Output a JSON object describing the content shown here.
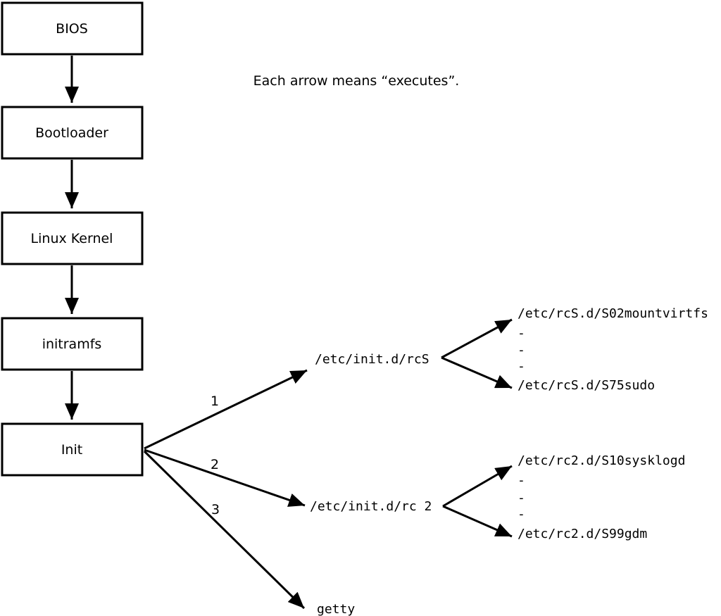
{
  "note": "Each arrow means “executes”.",
  "boxes": [
    {
      "label": "BIOS"
    },
    {
      "label": "Bootloader"
    },
    {
      "label": "Linux Kernel"
    },
    {
      "label": "initramfs"
    },
    {
      "label": "Init"
    }
  ],
  "init_branches": [
    {
      "number": "1",
      "target": "/etc/init.d/rcS",
      "children": [
        "/etc/rcS.d/S02mountvirtfs",
        "-",
        "-",
        "-",
        "/etc/rcS.d/S75sudo"
      ]
    },
    {
      "number": "2",
      "target": "/etc/init.d/rc 2",
      "children": [
        "/etc/rc2.d/S10sysklogd",
        "-",
        "-",
        "-",
        "/etc/rc2.d/S99gdm"
      ]
    },
    {
      "number": "3",
      "target": "getty",
      "children": []
    }
  ],
  "colors": {
    "line": "#000000",
    "background": "#ffffff"
  }
}
